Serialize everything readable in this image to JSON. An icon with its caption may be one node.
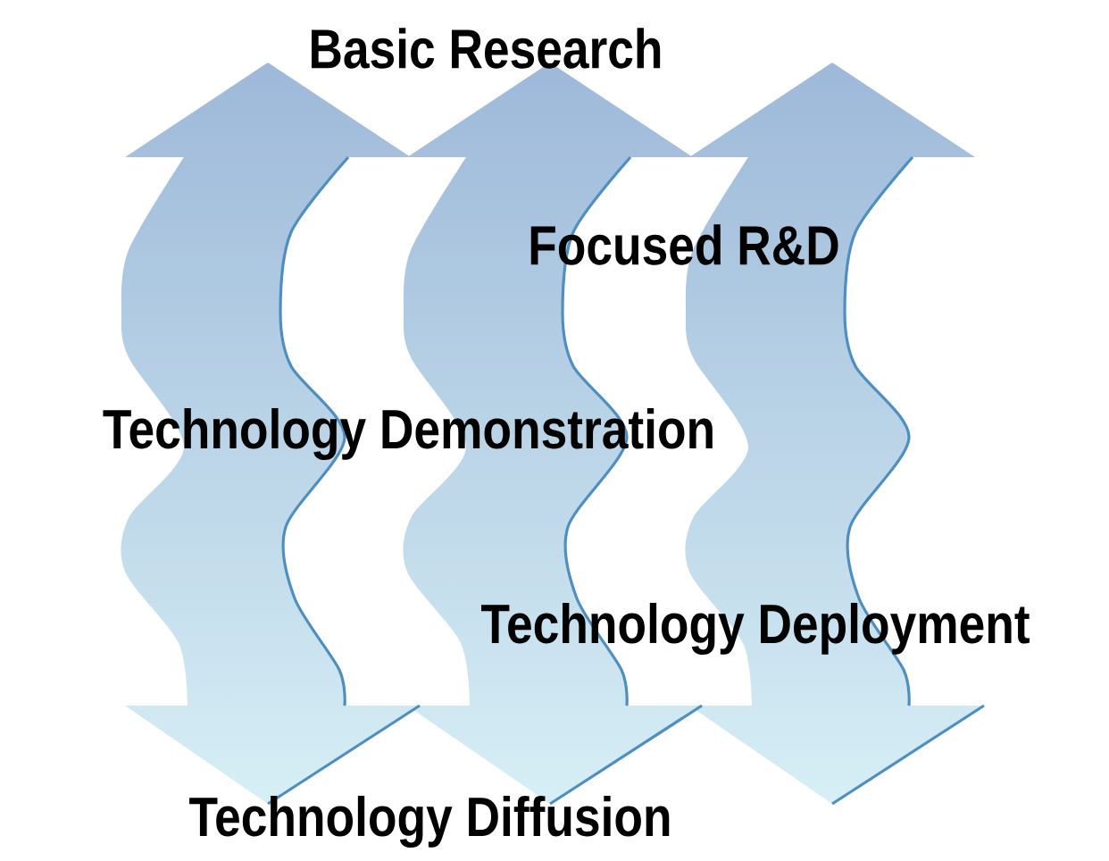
{
  "diagram": {
    "labels": [
      "Basic Research",
      "Focused R&D",
      "Technology Demonstration",
      "Technology Deployment",
      "Technology Diffusion"
    ]
  }
}
